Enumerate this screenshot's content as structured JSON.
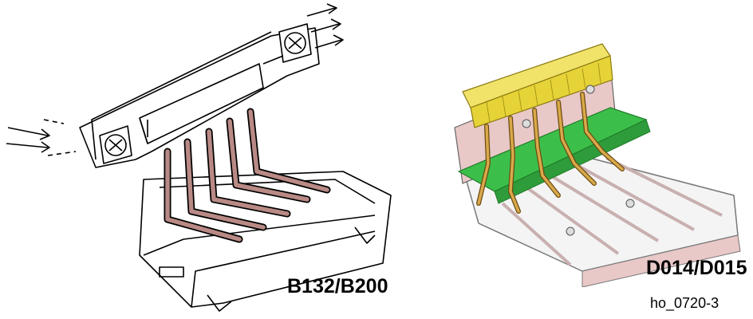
{
  "labels": {
    "left_model": "B132/B200",
    "right_model": "D014/D015",
    "figure_code": "ho_0720-3"
  },
  "figures": {
    "left": {
      "style": "line-drawing",
      "parts": [
        "fan-icon",
        "fan-icon",
        "duct",
        "heat-pipes",
        "fuser-unit"
      ]
    },
    "right": {
      "style": "3d-render",
      "parts": [
        "heat-sink",
        "heat-pipes",
        "green-bracket",
        "tray"
      ]
    }
  },
  "colors": {
    "pipe_left": "#b98a85",
    "heatsink_yellow": "#e6d338",
    "bracket_green": "#3cbf4a",
    "plate_pink": "#e9c8c8",
    "pipe_right": "#b8893a"
  }
}
